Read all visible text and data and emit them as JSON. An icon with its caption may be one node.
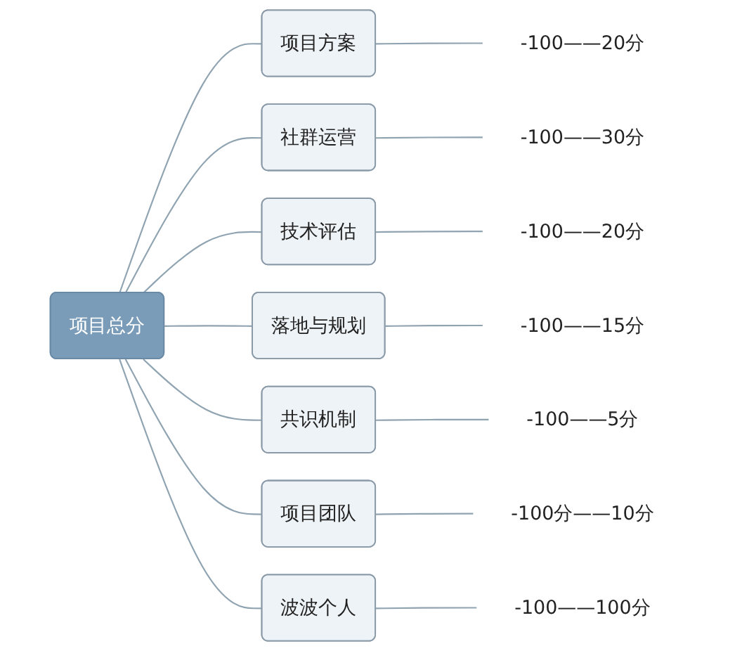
{
  "diagram": {
    "nodes": [
      {
        "text": [
          "项目总分"
        ]
      },
      {
        "text": [
          "项目方案"
        ]
      },
      {
        "text": [
          "-100——20分"
        ]
      },
      {
        "text": [
          "社群运营"
        ]
      },
      {
        "text": [
          "-100——30分"
        ]
      },
      {
        "text": [
          "技术评估"
        ]
      },
      {
        "text": [
          "-100——20分"
        ]
      },
      {
        "text": [
          "落地与规划"
        ]
      },
      {
        "text": [
          "-100——15分"
        ]
      },
      {
        "text": [
          "共识机制"
        ]
      },
      {
        "text": [
          "-100——5分"
        ]
      },
      {
        "text": [
          "项目团队"
        ]
      },
      {
        "text": [
          "-100分——10分"
        ]
      },
      {
        "text": [
          "波波个人"
        ]
      },
      {
        "text": [
          "-100——100分"
        ]
      }
    ],
    "edges": [
      {
        "from": 0,
        "to": 1,
        "arrow": "none"
      },
      {
        "from": 0,
        "to": 3,
        "arrow": "none"
      },
      {
        "from": 0,
        "to": 5,
        "arrow": "none"
      },
      {
        "from": 0,
        "to": 7,
        "arrow": "none"
      },
      {
        "from": 0,
        "to": 9,
        "arrow": "none"
      },
      {
        "from": 0,
        "to": 11,
        "arrow": "none"
      },
      {
        "from": 0,
        "to": 13,
        "arrow": "none"
      },
      {
        "from": 1,
        "to": 2,
        "arrow": "none"
      },
      {
        "from": 3,
        "to": 4,
        "arrow": "none"
      },
      {
        "from": 5,
        "to": 6,
        "arrow": "none"
      },
      {
        "from": 7,
        "to": 8,
        "arrow": "none"
      },
      {
        "from": 9,
        "to": 10,
        "arrow": "none"
      },
      {
        "from": 11,
        "to": 12,
        "arrow": "none"
      },
      {
        "from": 13,
        "to": 14,
        "arrow": "none"
      }
    ]
  }
}
